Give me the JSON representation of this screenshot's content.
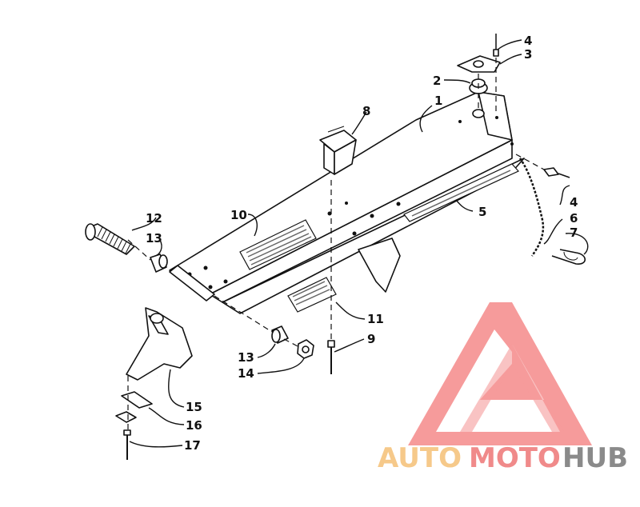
{
  "callouts": {
    "c1": "1",
    "c2": "2",
    "c3": "3",
    "c4a": "4",
    "c4b": "4",
    "c5": "5",
    "c6": "6",
    "c7": "7",
    "c8": "8",
    "c9": "9",
    "c10": "10",
    "c11": "11",
    "c12": "12",
    "c13a": "13",
    "c13b": "13",
    "c14": "14",
    "c15": "15",
    "c16": "16",
    "c17": "17"
  },
  "watermark": {
    "part1": "AUTO",
    "part2": "MOTO",
    "part3": "HUB",
    "color_auto": "#f6c98a",
    "color_moto": "#f08a8a",
    "color_hub": "#8a8a8a",
    "logo_color": "#f58a8a"
  }
}
